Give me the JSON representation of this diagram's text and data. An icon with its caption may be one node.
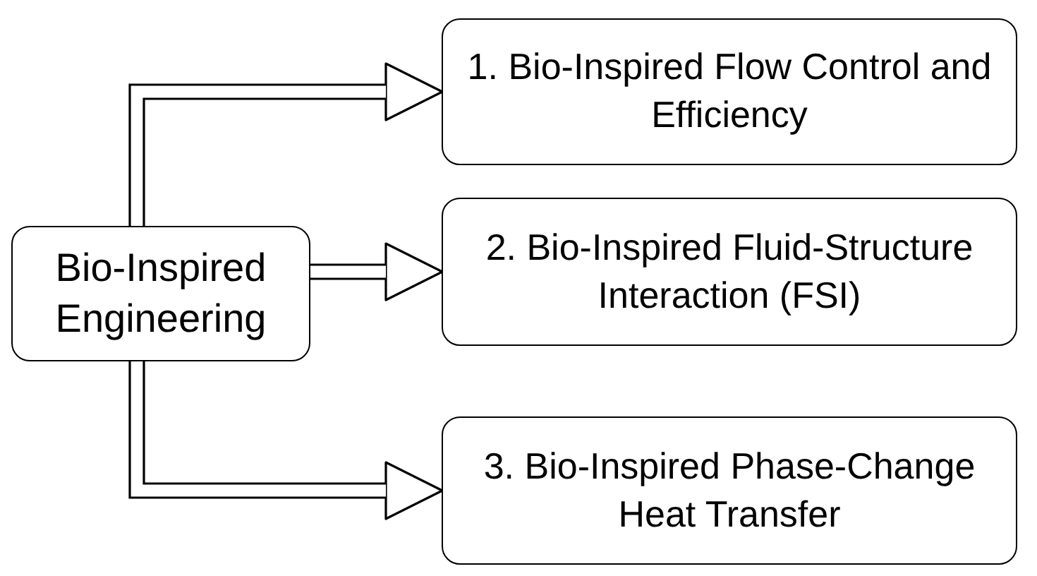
{
  "diagram": {
    "nodes": [
      {
        "text": [
          "Bio-Inspired Engineering"
        ]
      },
      {
        "text": [
          "1. Bio-Inspired Flow Control and Efficiency"
        ]
      },
      {
        "text": [
          "2. Bio-Inspired Fluid-Structure Interaction (FSI)"
        ]
      },
      {
        "text": [
          "3. Bio-Inspired Phase-Change Heat Transfer"
        ]
      }
    ],
    "edges": [
      {
        "from": 0,
        "to": 1,
        "arrow": "to"
      },
      {
        "from": 0,
        "to": 2,
        "arrow": "to"
      },
      {
        "from": 0,
        "to": 3,
        "arrow": "to"
      }
    ]
  }
}
